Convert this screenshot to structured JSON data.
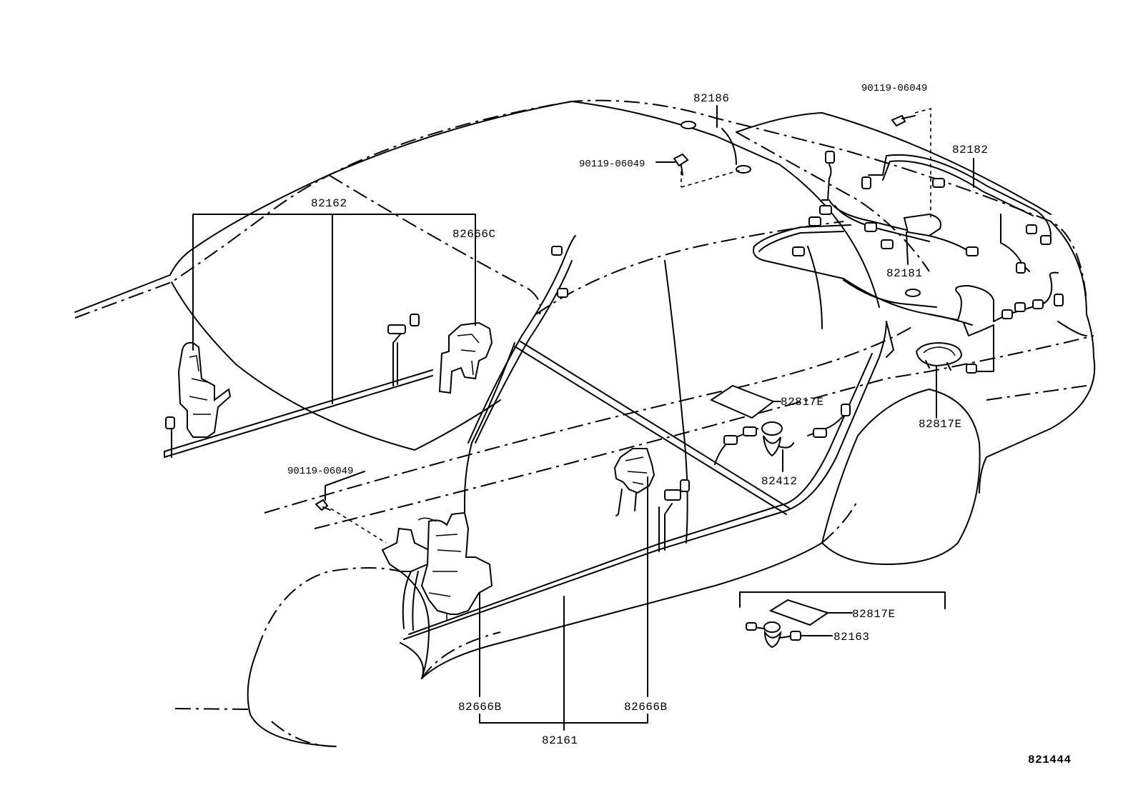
{
  "diagram": {
    "figure_id": "821444",
    "callouts": {
      "headliner_wire": "82186",
      "bolt_top_right": "90119-06049",
      "bolt_roof": "90119-06049",
      "rear_harness_upper": "82182",
      "rear_harness_lower": "82181",
      "front_door_wire": "82162",
      "clamp_front_door": "82666C",
      "bolt_front": "90119-06049",
      "pad_center": "82817E",
      "pad_rear": "82817E",
      "grommet_center": "82412",
      "clamp_left": "82666B",
      "clamp_right": "82666B",
      "floor_wire": "82161",
      "pad_inset": "82817E",
      "wire_inset": "82163"
    }
  }
}
